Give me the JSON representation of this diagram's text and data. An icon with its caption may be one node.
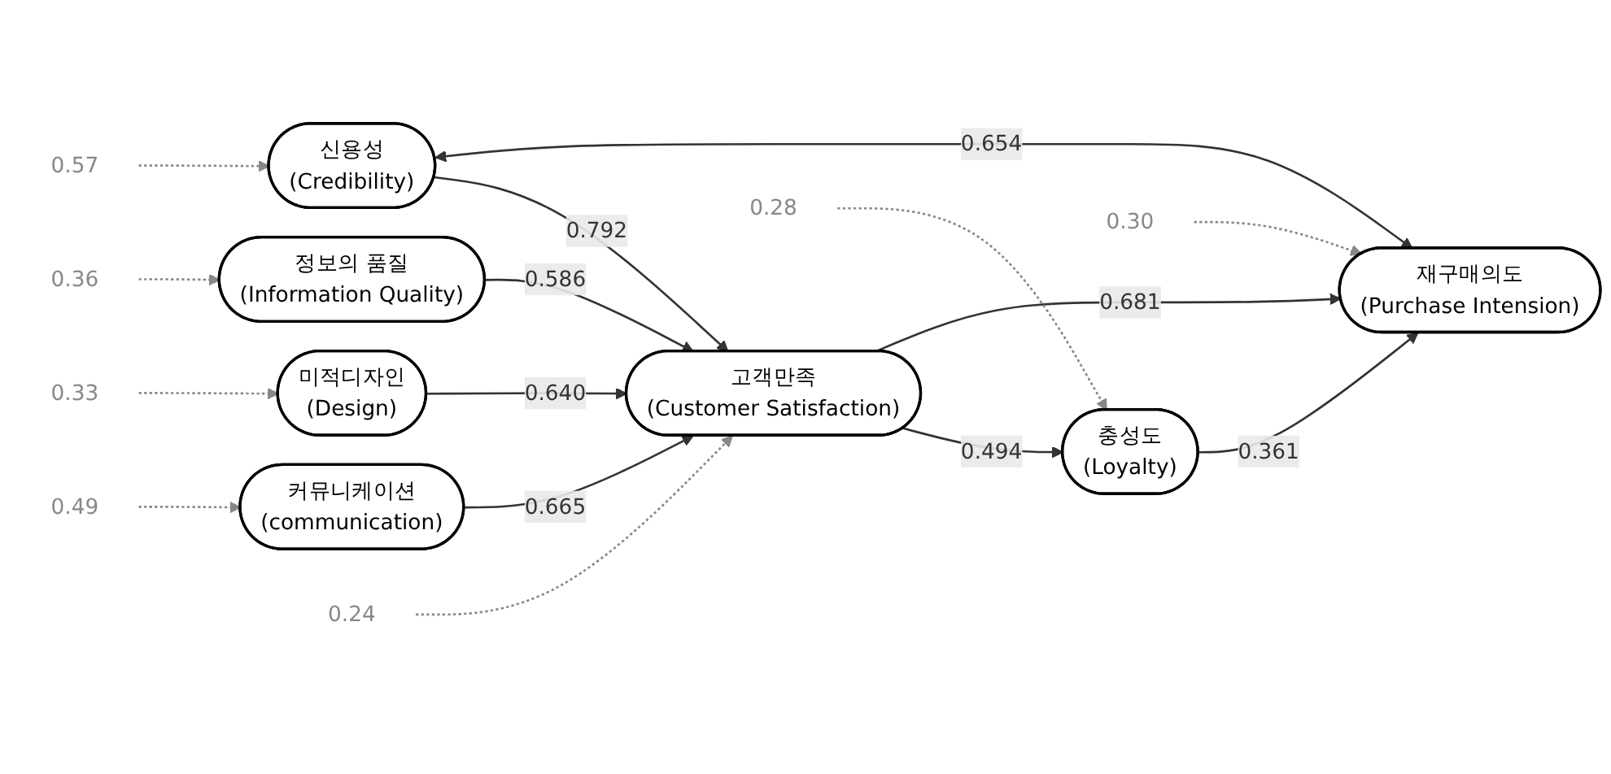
{
  "diagram": {
    "nodes": [
      {
        "text": [
          "0.49"
        ]
      },
      {
        "text": [
          "커뮤니케이션",
          "(communication)"
        ]
      },
      {
        "text": [
          "0.33"
        ]
      },
      {
        "text": [
          "미적디자인",
          "(Design)"
        ]
      },
      {
        "text": [
          "0.57"
        ]
      },
      {
        "text": [
          "신용성",
          "(Credibility)"
        ]
      },
      {
        "text": [
          "0.36"
        ]
      },
      {
        "text": [
          "정보의 품질",
          "(Information Quality)"
        ]
      },
      {
        "text": [
          "고객만족",
          "(Customer Satisfaction)"
        ]
      },
      {
        "text": [
          "0.24"
        ]
      },
      {
        "text": [
          "충성도",
          "(Loyalty)"
        ]
      },
      {
        "text": [
          "0.28"
        ]
      },
      {
        "text": [
          "재구매의도",
          "(Purchase Intension)"
        ]
      },
      {
        "text": [
          "0.30"
        ]
      }
    ],
    "edges": [
      {
        "from": 0,
        "to": 1,
        "arrow": "to",
        "style": "dashed",
        "color": "#888888"
      },
      {
        "from": 2,
        "to": 3,
        "arrow": "to",
        "style": "dashed",
        "color": "#888888"
      },
      {
        "from": 4,
        "to": 5,
        "arrow": "to",
        "style": "dashed",
        "color": "#888888"
      },
      {
        "from": 6,
        "to": 7,
        "arrow": "to",
        "style": "dashed",
        "color": "#888888"
      },
      {
        "from": 1,
        "to": 8,
        "arrow": "to",
        "label": "0.665"
      },
      {
        "from": 3,
        "to": 8,
        "arrow": "to",
        "label": "0.640"
      },
      {
        "from": 5,
        "to": 8,
        "arrow": "to",
        "label": "0.792"
      },
      {
        "from": 7,
        "to": 8,
        "arrow": "to",
        "label": "0.586"
      },
      {
        "from": 9,
        "to": 8,
        "arrow": "to",
        "style": "dashed",
        "color": "#888888"
      },
      {
        "from": 8,
        "to": 10,
        "arrow": "to",
        "label": "0.494"
      },
      {
        "from": 8,
        "to": 12,
        "arrow": "to",
        "label": "0.681"
      },
      {
        "from": 11,
        "to": 10,
        "arrow": "to",
        "style": "dashed",
        "color": "#888888"
      },
      {
        "from": 10,
        "to": 12,
        "arrow": "to",
        "label": "0.361"
      },
      {
        "from": 13,
        "to": 12,
        "arrow": "to",
        "style": "dashed",
        "color": "#888888"
      },
      {
        "from": 5,
        "to": 12,
        "arrow": "both",
        "label": "0.654"
      }
    ]
  }
}
